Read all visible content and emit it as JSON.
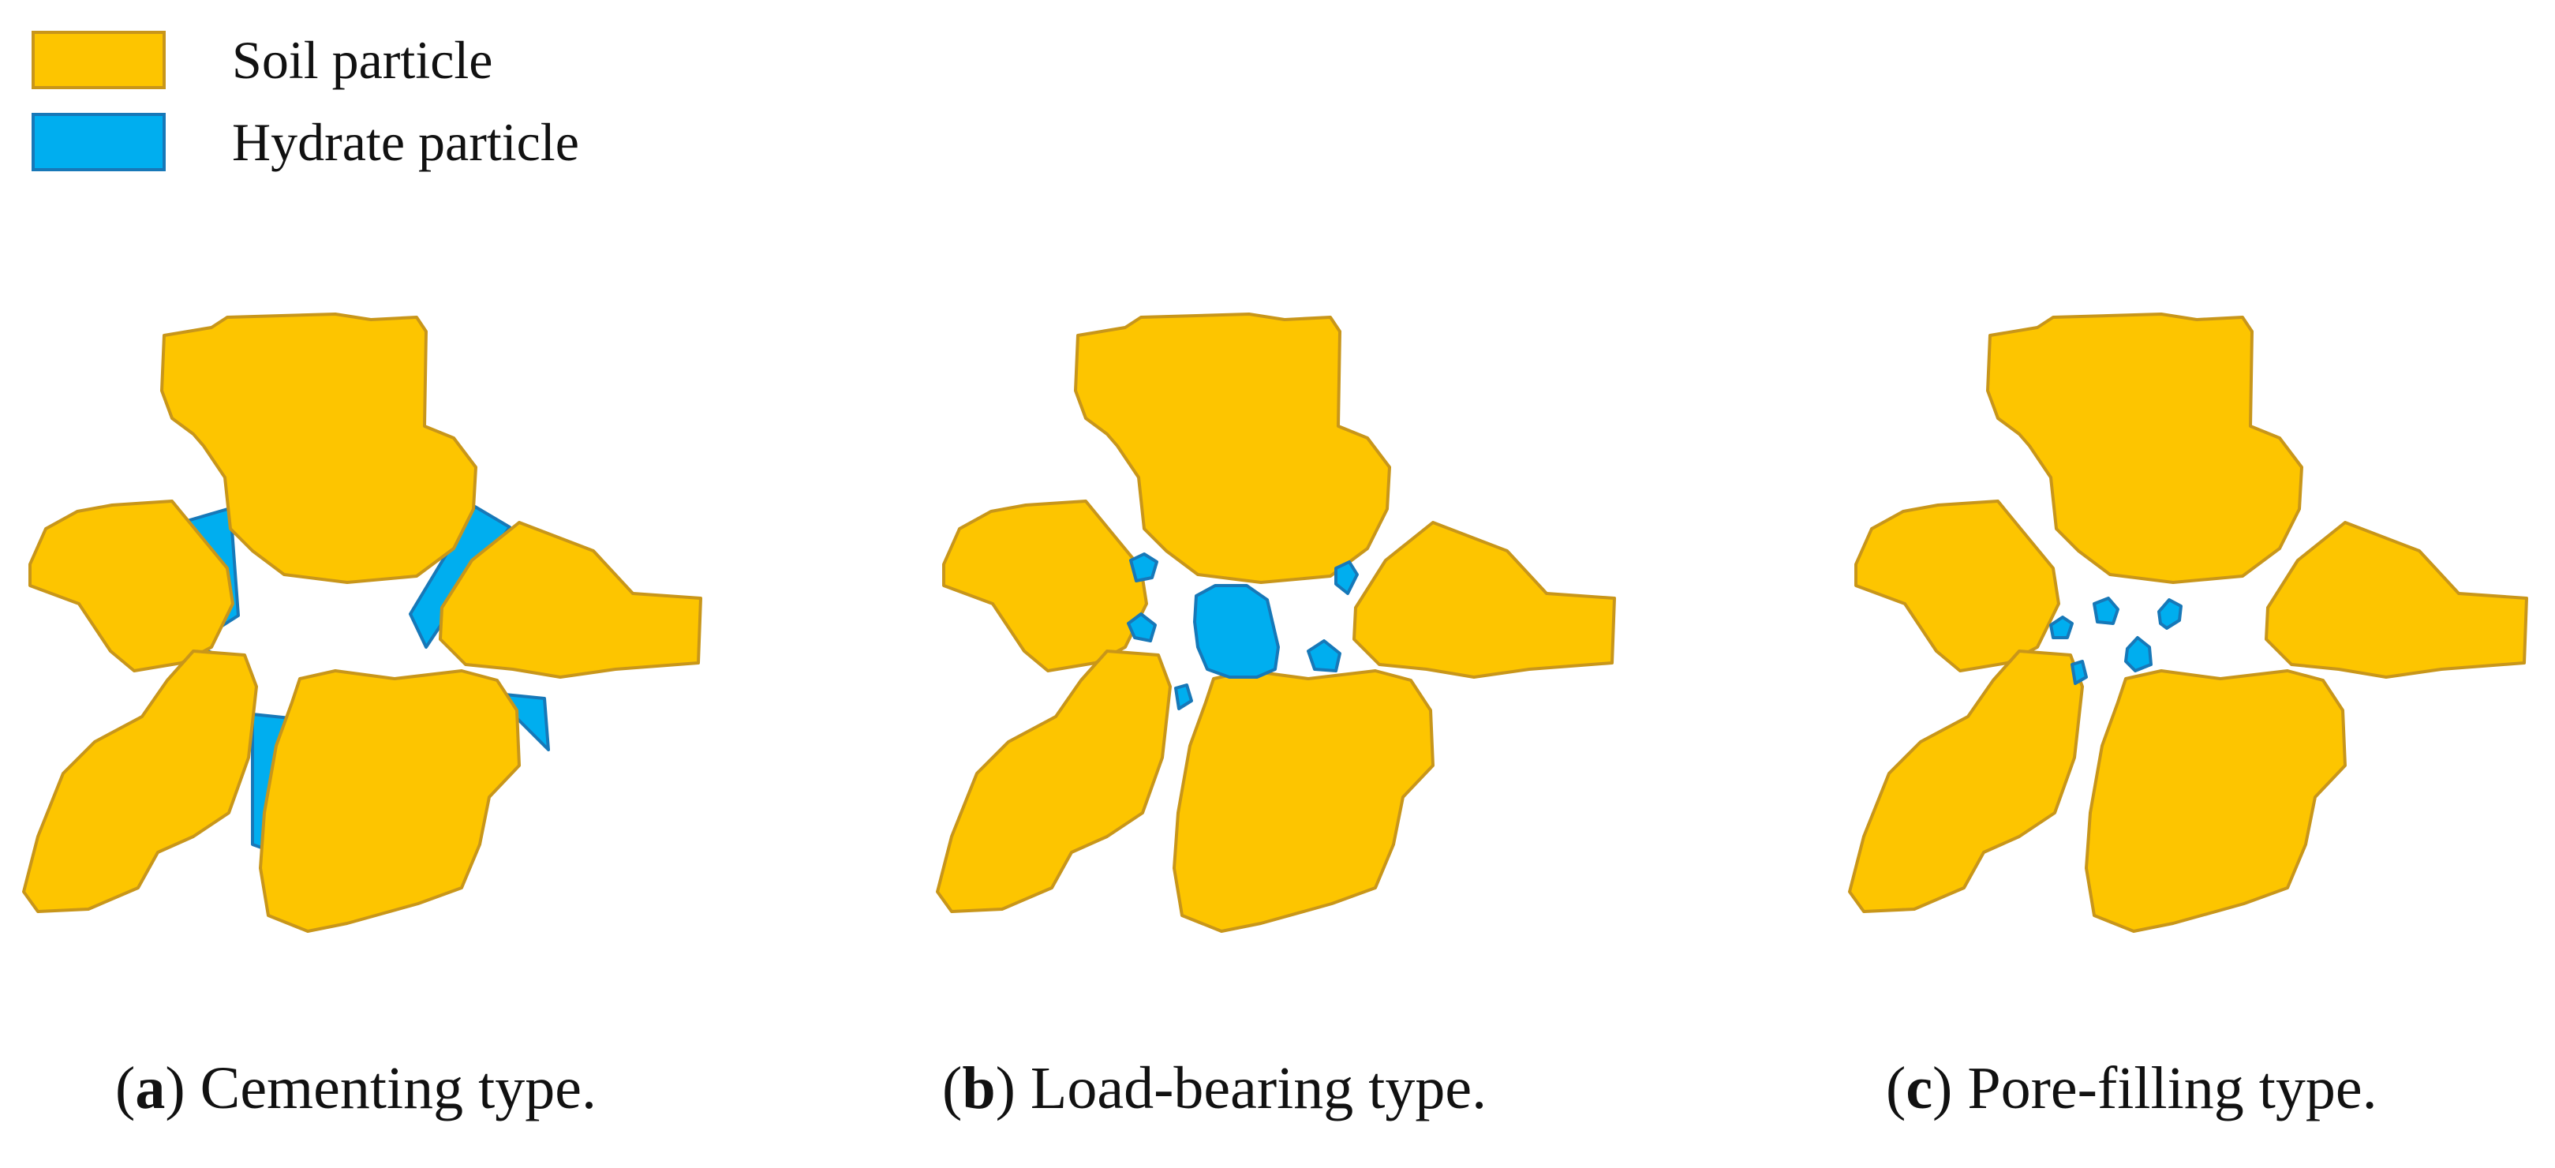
{
  "colors": {
    "soil_fill": "#fdc500",
    "soil_stroke": "#c8961a",
    "hydrate_fill": "#00aeef",
    "hydrate_stroke": "#1778b8"
  },
  "legend": {
    "items": [
      {
        "label": "Soil particle",
        "color_key": "soil"
      },
      {
        "label": "Hydrate particle",
        "color_key": "hydrate"
      }
    ]
  },
  "panels": [
    {
      "letter": "a",
      "label": "Cementing type.",
      "hydrate_type": "cementing"
    },
    {
      "letter": "b",
      "label": "Load-bearing type.",
      "hydrate_type": "load-bearing"
    },
    {
      "letter": "c",
      "label": "Pore-filling type.",
      "hydrate_type": "pore-filling"
    }
  ]
}
